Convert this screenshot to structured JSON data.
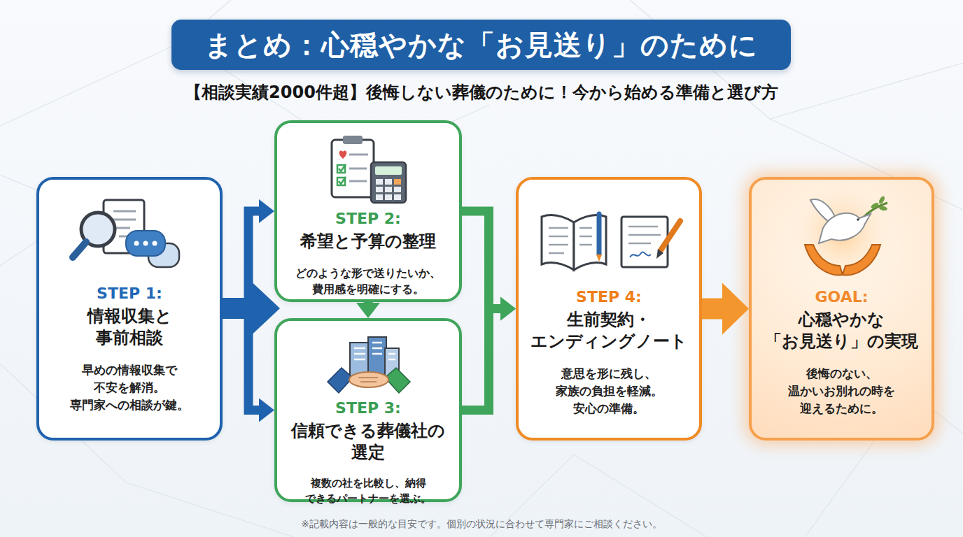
{
  "diagram": {
    "title": "まとめ：心穏やかな「お見送り」のために",
    "nodes": [
      {
        "text": [
          "STEP 1:",
          "情報収集と 事前相談",
          "早めの情報収集で 不安を解消。 専門家への相談が鍵。"
        ]
      },
      {
        "text": [
          "STEP 2:",
          "希望と予算の整理",
          "どのような形で送りたいか、 費用感を明確にする。"
        ]
      },
      {
        "text": [
          "STEP 3:",
          "信頼できる葬儀社の 選定",
          "複数の社を比較し、納得 できるパートナーを選ぶ。"
        ]
      },
      {
        "text": [
          "STEP 4:",
          "生前契約・ エンディングノート",
          "意思を形に残し、 家族の負担を軽減。 安心の準備。"
        ]
      },
      {
        "text": [
          "GOAL:",
          "心穏やかな 「お見送り」の実現",
          "後悔のない、 温かいお別れの時を 迎えるために。"
        ]
      }
    ],
    "edges": [
      {
        "from": 0,
        "to": 1,
        "arrow": "to"
      },
      {
        "from": 0,
        "to": 2,
        "arrow": "to"
      },
      {
        "from": 1,
        "to": 2,
        "arrow": "to"
      },
      {
        "from": 1,
        "to": 3,
        "arrow": "to"
      },
      {
        "from": 2,
        "to": 3,
        "arrow": "to"
      },
      {
        "from": 3,
        "to": 4,
        "arrow": "to"
      }
    ],
    "labels": [
      "【相談実績2000件超】後悔しない葬儀のために！今から始める準備と選び方",
      "※記載内容は一般的な目安です。個別の状況に合わせて専門家にご相談ください。"
    ]
  }
}
